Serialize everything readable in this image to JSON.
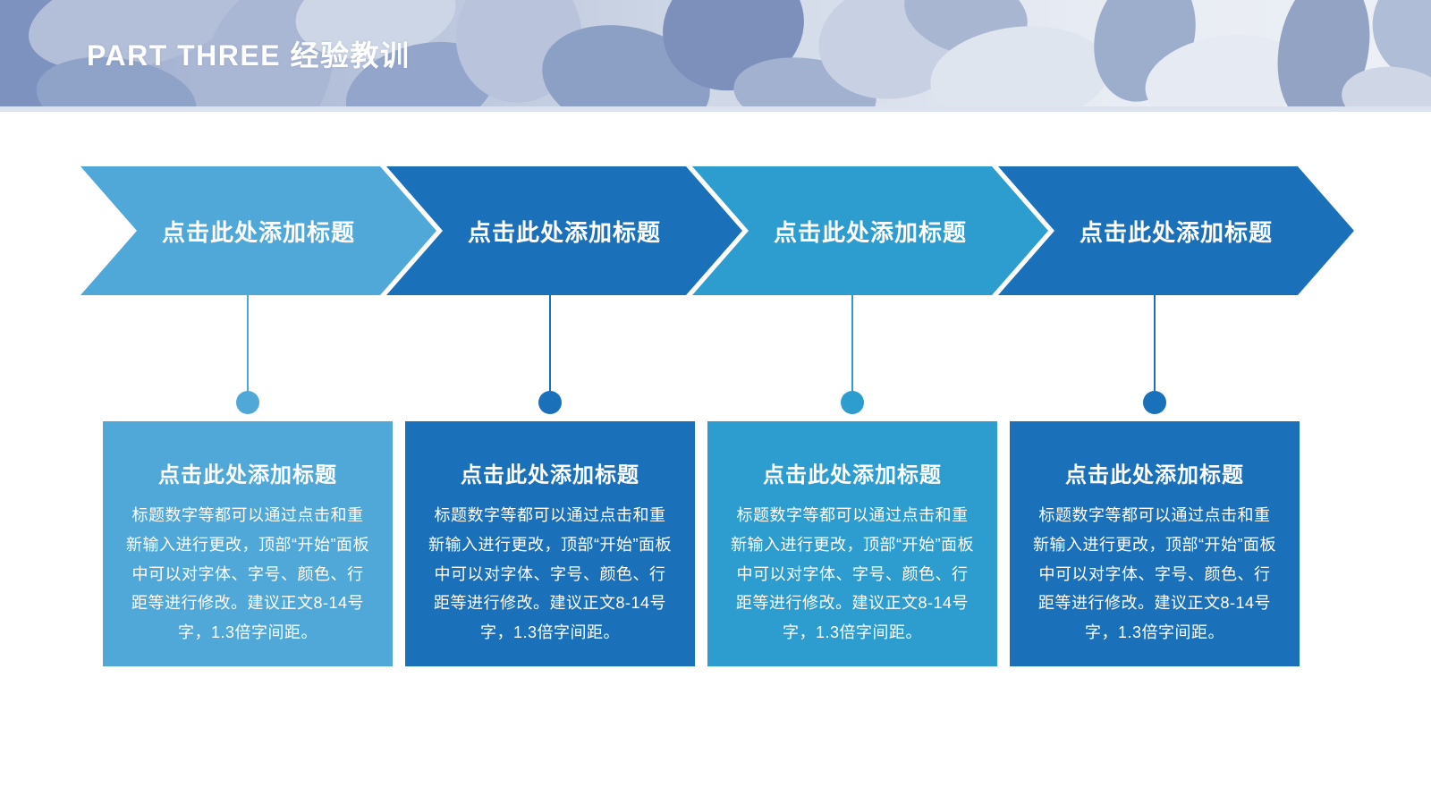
{
  "header": {
    "title": "PART THREE 经验教训"
  },
  "palette": {
    "light_blue": "#4FA8D8",
    "dark_blue": "#1B70BA",
    "teal_blue": "#2D9CCE",
    "header_text": "#FFFFFF"
  },
  "steps": [
    {
      "arrow_label": "点击此处添加标题",
      "box_title": "点击此处添加标题",
      "box_body": "标题数字等都可以通过点击和重新输入进行更改，顶部“开始”面板中可以对字体、字号、颜色、行距等进行修改。建议正文8-14号字，1.3倍字间距。",
      "color": "#4FA8D8"
    },
    {
      "arrow_label": "点击此处添加标题",
      "box_title": "点击此处添加标题",
      "box_body": "标题数字等都可以通过点击和重新输入进行更改，顶部“开始”面板中可以对字体、字号、颜色、行距等进行修改。建议正文8-14号字，1.3倍字间距。",
      "color": "#1B70BA"
    },
    {
      "arrow_label": "点击此处添加标题",
      "box_title": "点击此处添加标题",
      "box_body": "标题数字等都可以通过点击和重新输入进行更改，顶部“开始”面板中可以对字体、字号、颜色、行距等进行修改。建议正文8-14号字，1.3倍字间距。",
      "color": "#2D9CCE"
    },
    {
      "arrow_label": "点击此处添加标题",
      "box_title": "点击此处添加标题",
      "box_body": "标题数字等都可以通过点击和重新输入进行更改，顶部“开始”面板中可以对字体、字号、颜色、行距等进行修改。建议正文8-14号字，1.3倍字间距。",
      "color": "#1B70BA"
    }
  ]
}
